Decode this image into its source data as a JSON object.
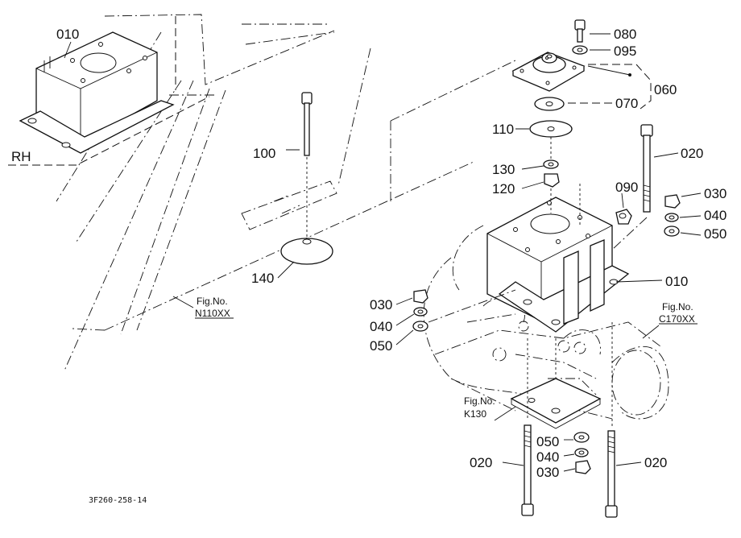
{
  "diagram": {
    "code": "3F260-258-14",
    "side_label": "RH",
    "labels": {
      "p010_left": "010",
      "p100": "100",
      "p140": "140",
      "p080": "080",
      "p095": "095",
      "p060": "060",
      "p070": "070",
      "p110": "110",
      "p130": "130",
      "p120": "120",
      "p020_top": "020",
      "p030_right": "030",
      "p040_right": "040",
      "p050_right": "050",
      "p090": "090",
      "p010_right": "010",
      "p030_left": "030",
      "p040_left": "040",
      "p050_left": "050",
      "p050_bottom": "050",
      "p040_bottom": "040",
      "p030_bottom": "030",
      "p020_bottom_left": "020",
      "p020_bottom_right": "020"
    },
    "refs": {
      "n110_title": "Fig.No.",
      "n110_code": "N110XX",
      "c170_title": "Fig.No.",
      "c170_code": "C170XX",
      "k130_title": "Fig.No.",
      "k130_code": "K130"
    }
  }
}
